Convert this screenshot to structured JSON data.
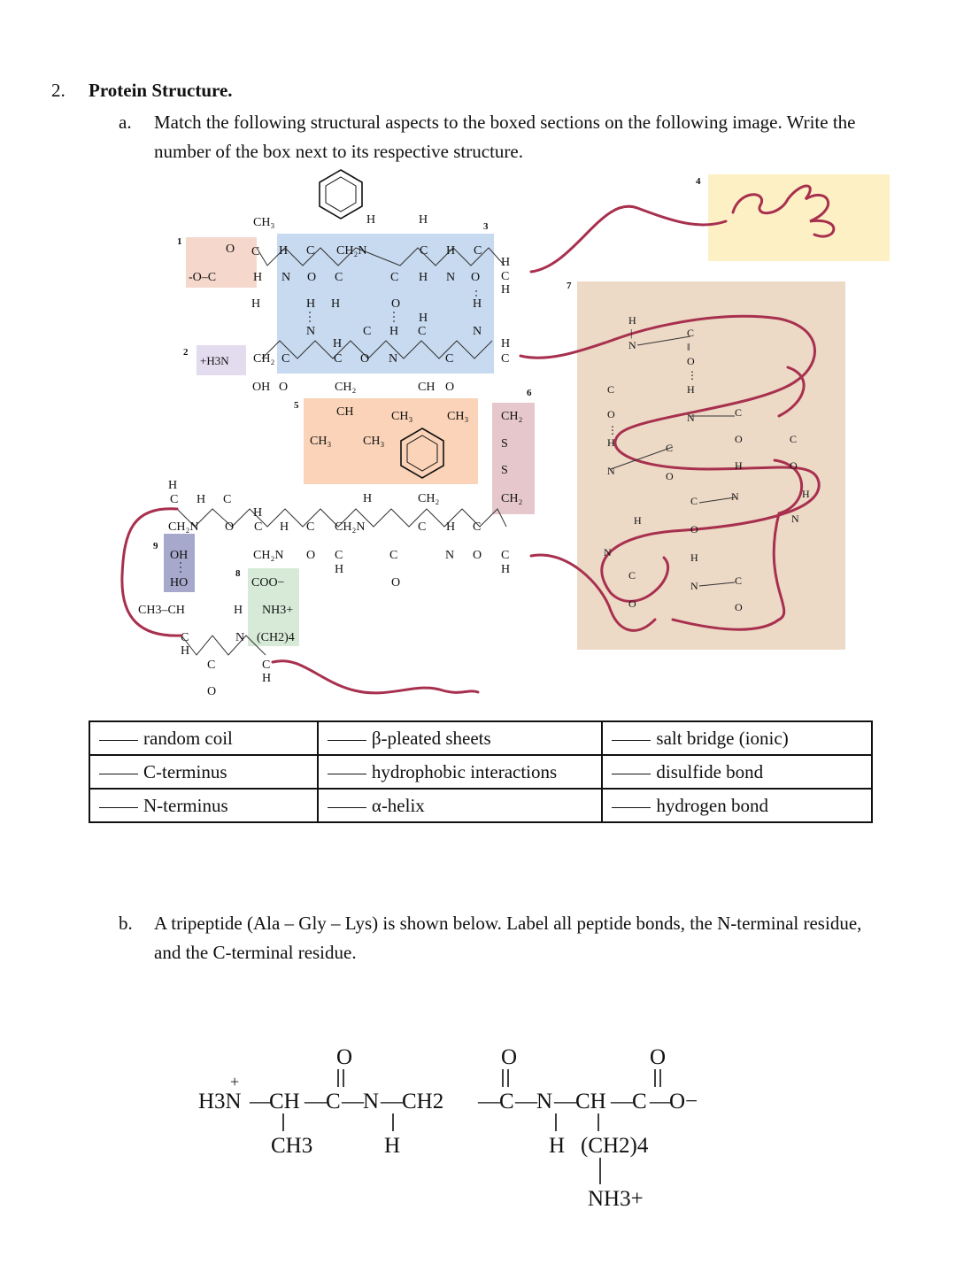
{
  "question": {
    "number": "2.",
    "title": "Protein Structure.",
    "part_a": {
      "label": "a.",
      "text": "Match the following structural aspects to the boxed sections on the following image. Write the number of the box next to its respective structure."
    },
    "part_b": {
      "label": "b.",
      "text": "A tripeptide (Ala – Gly – Lys) is shown below. Label all peptide bonds, the N-terminal residue, and the C-terminal residue."
    }
  },
  "figure": {
    "box_numbers": [
      "1",
      "2",
      "3",
      "4",
      "5",
      "6",
      "7",
      "8",
      "9"
    ],
    "box_colors": {
      "c_terminus": "#f5d7cc",
      "n_terminus": "#e3dbee",
      "beta_sheet": "#c8daf0",
      "random_coil": "#fdf0c4",
      "hydrophobic": "#fad3b8",
      "disulfide": "#e6c8cc",
      "helix": "#ecd9c6",
      "salt_bridge": "#d6ead7",
      "hydrogen_bond": "#a6a9cc"
    },
    "chain_color": "#a8304f",
    "labels": {
      "carboxylate": "-O–C",
      "h3n": "+H3N",
      "coo": "COO−",
      "nh3": "NH3+",
      "oh": "OH",
      "ho": "HO",
      "ch3_ch": "CH3–CH",
      "ch2_4": "(CH2)4",
      "ch2": "CH2",
      "ch3": "CH3",
      "s": "S"
    }
  },
  "match_table": {
    "rows": [
      [
        "random coil",
        "β-pleated sheets",
        "salt bridge (ionic)"
      ],
      [
        "C-terminus",
        "hydrophobic interactions",
        "disulfide bond"
      ],
      [
        "N-terminus",
        "α-helix",
        "hydrogen bond"
      ]
    ]
  },
  "tripeptide": {
    "n_term": "H3N",
    "n_plus": "+",
    "backbone": [
      "CH",
      "C",
      "N",
      "CH2",
      "C",
      "N",
      "CH",
      "C",
      "O−"
    ],
    "oxygens": [
      "O",
      "O",
      "O"
    ],
    "substituents": [
      "CH3",
      "H",
      "H",
      "(CH2)4",
      "NH3+"
    ]
  }
}
